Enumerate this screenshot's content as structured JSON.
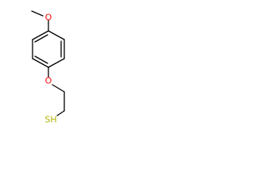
{
  "molecule": {
    "atoms": {
      "oxygen_top": {
        "label": "O",
        "color": "#ff0d0d"
      },
      "oxygen_middle": {
        "label": "O",
        "color": "#ff0d0d"
      },
      "sulfur": {
        "label": "SH",
        "color": "#b2b200"
      }
    }
  }
}
